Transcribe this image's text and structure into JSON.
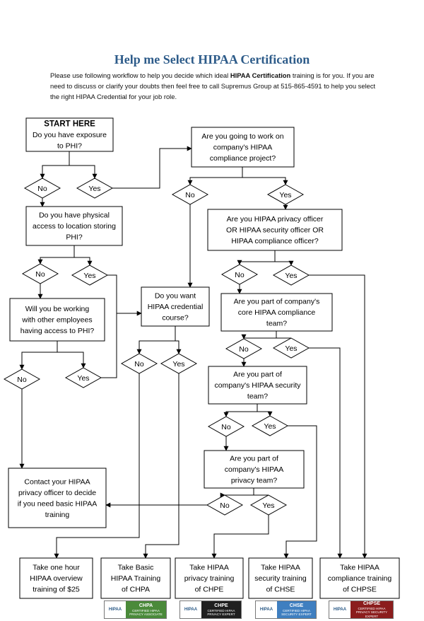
{
  "header": {
    "title": "Help me Select HIPAA Certification",
    "intro_before": "Please use following workflow to help you decide which ideal ",
    "intro_bold": "HIPAA Certification",
    "intro_after": " training is for you. If you are need to discuss or clarify your doubts then feel free to call Supremus Group at 515-865-4591 to help you select the right HIPAA Credential for your job role."
  },
  "boxes": {
    "start_title": "START HERE",
    "start_q": [
      "Do you have exposure",
      "to PHI?"
    ],
    "q_project": [
      "Are you going to work on",
      "company's HIPAA",
      "compliance project?"
    ],
    "q_physical": [
      "Do you have physical",
      "access to location storing",
      "PHI?"
    ],
    "q_officer": [
      "Are you HIPAA privacy officer",
      "OR HIPAA security officer OR",
      "HIPAA compliance officer?"
    ],
    "q_credential": [
      "Do you want",
      "HIPAA credential",
      "course?"
    ],
    "q_core": [
      "Are you part of company's",
      "core HIPAA compliance",
      "team?"
    ],
    "q_employees": [
      "Will you be working",
      "with other employees",
      "having access to PHI?"
    ],
    "q_security": [
      "Are you part of",
      "company's HIPAA security",
      "team?"
    ],
    "q_privacy": [
      "Are you part of",
      "company's HIPAA",
      "privacy team?"
    ],
    "contact": [
      "Contact your HIPAA",
      "privacy officer to decide",
      "if you need basic HIPAA",
      "training"
    ]
  },
  "answers": {
    "yes": "Yes",
    "no": "No"
  },
  "outcomes": [
    [
      "Take one hour",
      "HIPAA overview",
      "training of $25"
    ],
    [
      "Take Basic",
      "HIPAA Training",
      "of CHPA"
    ],
    [
      "Take HIPAA",
      "privacy training",
      "of CHPE"
    ],
    [
      "Take HIPAA",
      "security training",
      "of CHSE"
    ],
    [
      "Take HIPAA",
      "compliance training",
      "of CHPSE"
    ]
  ],
  "badges": [
    {
      "abbr": "CHPA",
      "desc": "CERTIFIED HIPAA\nPRIVACY ASSOCIATE",
      "color": "#4a8a3a",
      "logo": "HIPAA"
    },
    {
      "abbr": "CHPE",
      "desc": "CERTIFIED HIPAA\nPRIVACY EXPERT",
      "color": "#1f1f1f",
      "logo": "HIPAA"
    },
    {
      "abbr": "CHSE",
      "desc": "CERTIFIED HIPAA\nSECURITY EXPERT",
      "color": "#3f7fc0",
      "logo": "HIPAA"
    },
    {
      "abbr": "CHPSE",
      "desc": "CERTIFIED HIPAA\nPRIVACY SECURITY EXPERT",
      "color": "#8b1d1d",
      "logo": "HIPAA"
    }
  ]
}
